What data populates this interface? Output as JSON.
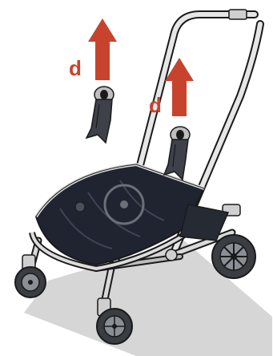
{
  "diagram": {
    "step_labels": [
      {
        "id": "left",
        "text": "d"
      },
      {
        "id": "right",
        "text": "d"
      }
    ],
    "arrow_direction": "up",
    "colors": {
      "arrow": "#c8432d",
      "outline": "#1a1a1a",
      "frame": "#d9d9d9",
      "fabric": "#1f2430",
      "wheel": "#3a3d42",
      "ground_shadow": "#d6d6d6"
    },
    "icons": [
      "up-arrow-icon",
      "seat-adapter-icon",
      "stroller-chassis-icon",
      "wheel-icon"
    ]
  }
}
